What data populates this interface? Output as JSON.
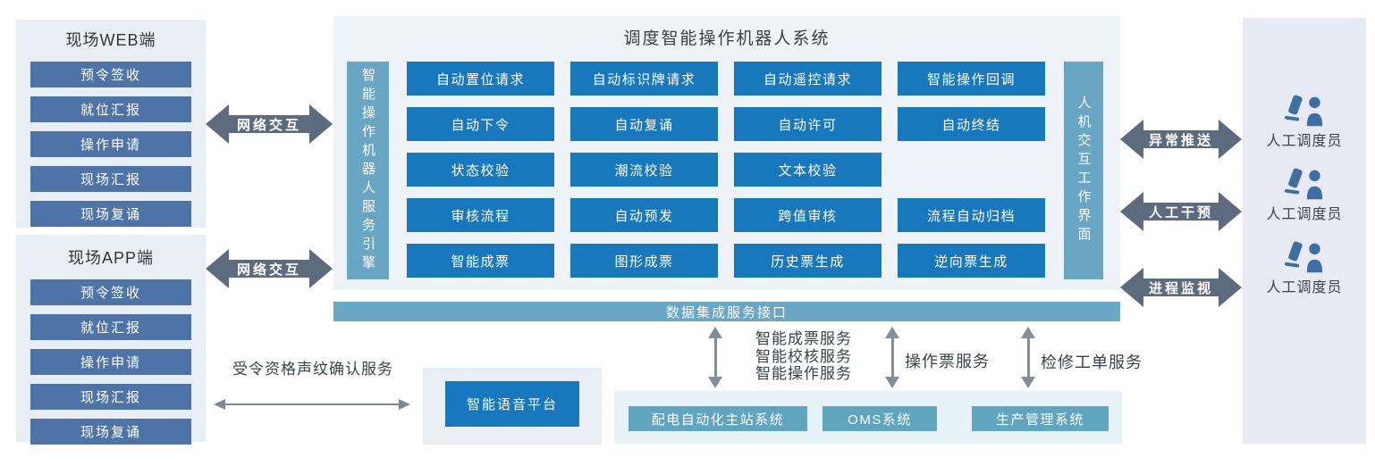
{
  "left_web_panel": {
    "title": "现场WEB端",
    "items": [
      "预令签收",
      "就位汇报",
      "操作申请",
      "现场汇报",
      "现场复诵"
    ]
  },
  "left_app_panel": {
    "title": "现场APP端",
    "items": [
      "预令签收",
      "就位汇报",
      "操作申请",
      "现场汇报",
      "现场复诵"
    ]
  },
  "network_arrows": {
    "web_label": "网络交互",
    "app_label": "网络交互"
  },
  "center_panel": {
    "title": "调度智能操作机器人系统",
    "left_bar": "智能操作机器人服务引擎",
    "right_bar": "人机交互工作界面",
    "grid_rows": [
      [
        "自动置位请求",
        "自动标识牌请求",
        "自动遥控请求",
        "智能操作回调"
      ],
      [
        "自动下令",
        "自动复诵",
        "自动许可",
        "自动终结"
      ],
      [
        "状态校验",
        "潮流校验",
        "文本校验",
        ""
      ],
      [
        "审核流程",
        "自动预发",
        "跨值审核",
        "流程自动归档"
      ],
      [
        "智能成票",
        "图形成票",
        "历史票生成",
        "逆向票生成"
      ]
    ]
  },
  "data_bus": {
    "label": "数据集成服务接口"
  },
  "right_arrows": [
    {
      "label": "异常推送"
    },
    {
      "label": "人工干预"
    },
    {
      "label": "进程监视"
    }
  ],
  "dispatchers": {
    "items": [
      "人工调度员",
      "人工调度员",
      "人工调度员"
    ],
    "icon": "operator-at-desk-icon"
  },
  "voice": {
    "service_label": "受令资格声纹确认服务",
    "platform_label": "智能语音平台"
  },
  "bottom_services": {
    "arrow1_labels": [
      "智能成票服务",
      "智能校核服务",
      "智能操作服务"
    ],
    "arrow2_label": "操作票服务",
    "arrow3_label": "检修工单服务",
    "systems": [
      "配电自动化主站系统",
      "OMS系统",
      "生产管理系统"
    ]
  },
  "colors": {
    "primary_blue": "#1878be",
    "steel_blue": "#4e74a7",
    "teal_bar": "#68a8c5",
    "teal_box": "#5fa5c0",
    "vertical_bar_blue": "#69a6c4",
    "arrow_dark": "#5c6b7e",
    "thin_arrow_gray": "#7d8894",
    "panel_light": "#e9edf4",
    "center_panel_bg": "#eef3f7",
    "right_panel_bg": "#e7eaf2",
    "bottom_container_bg": "#e7f2f6",
    "icon_blue": "#3d6fa3",
    "text_dark": "#3b4249"
  }
}
